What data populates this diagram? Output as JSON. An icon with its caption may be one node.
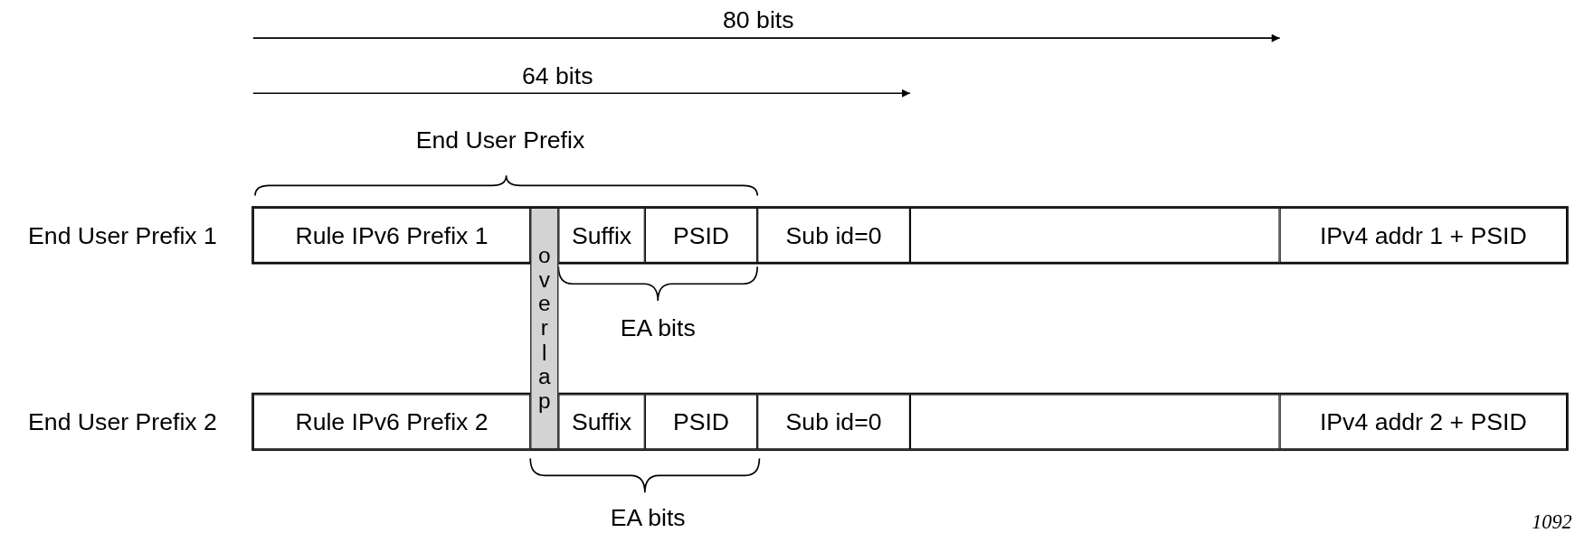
{
  "diagram": {
    "nodes": [
      {
        "text": [
          "Rule IPv6 Prefix 1"
        ]
      },
      {
        "text": [
          "overlap"
        ]
      },
      {
        "text": [
          "Suffix"
        ]
      },
      {
        "text": [
          "PSID"
        ]
      },
      {
        "text": [
          "Sub id=0"
        ]
      },
      {
        "text": [],
        "shape": "box"
      },
      {
        "text": [
          "IPv4 addr 1 + PSID"
        ]
      },
      {
        "text": [
          "Rule IPv6 Prefix 2"
        ]
      },
      {
        "text": [
          "Suffix"
        ]
      },
      {
        "text": [
          "PSID"
        ]
      },
      {
        "text": [
          "Sub id=0"
        ]
      },
      {
        "text": [],
        "shape": "box"
      },
      {
        "text": [
          "IPv4 addr 2 + PSID"
        ]
      }
    ],
    "edges": [],
    "labels": [
      "80 bits",
      "64 bits",
      "End User Prefix",
      "End User Prefix 1",
      "EA bits",
      "End User Prefix 2",
      "EA bits",
      "1092"
    ]
  }
}
